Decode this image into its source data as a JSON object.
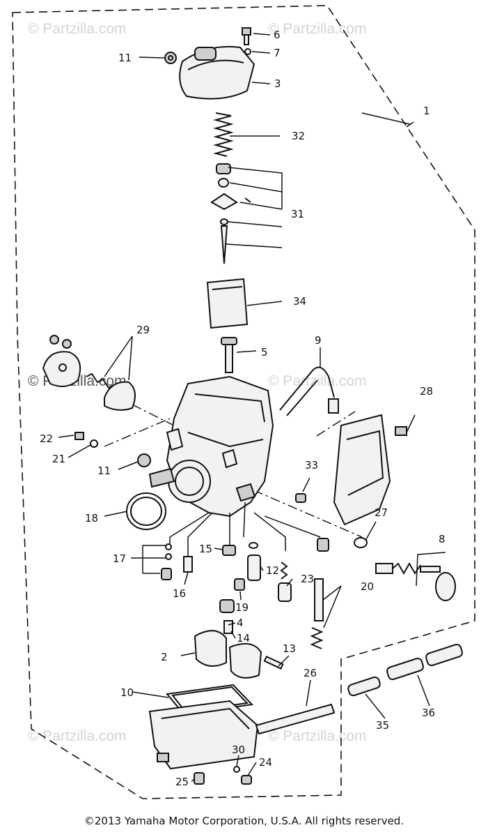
{
  "diagram": {
    "watermark": "© Partzilla.com",
    "callouts": {
      "c1": "1",
      "c2": "2",
      "c3": "3",
      "c4": "4",
      "c5": "5",
      "c6": "6",
      "c7": "7",
      "c8": "8",
      "c9": "9",
      "c10": "10",
      "c11a": "11",
      "c11b": "11",
      "c12": "12",
      "c13": "13",
      "c14": "14",
      "c15": "15",
      "c16": "16",
      "c17": "17",
      "c18": "18",
      "c19": "19",
      "c20": "20",
      "c21": "21",
      "c22": "22",
      "c23": "23",
      "c24": "24",
      "c25": "25",
      "c26": "26",
      "c27": "27",
      "c28": "28",
      "c29": "29",
      "c30": "30",
      "c31": "31",
      "c32": "32",
      "c33": "33",
      "c34": "34",
      "c35": "35",
      "c36": "36"
    }
  },
  "footer": {
    "copyright": "©2013 Yamaha Motor Corporation, U.S.A. All rights reserved."
  }
}
